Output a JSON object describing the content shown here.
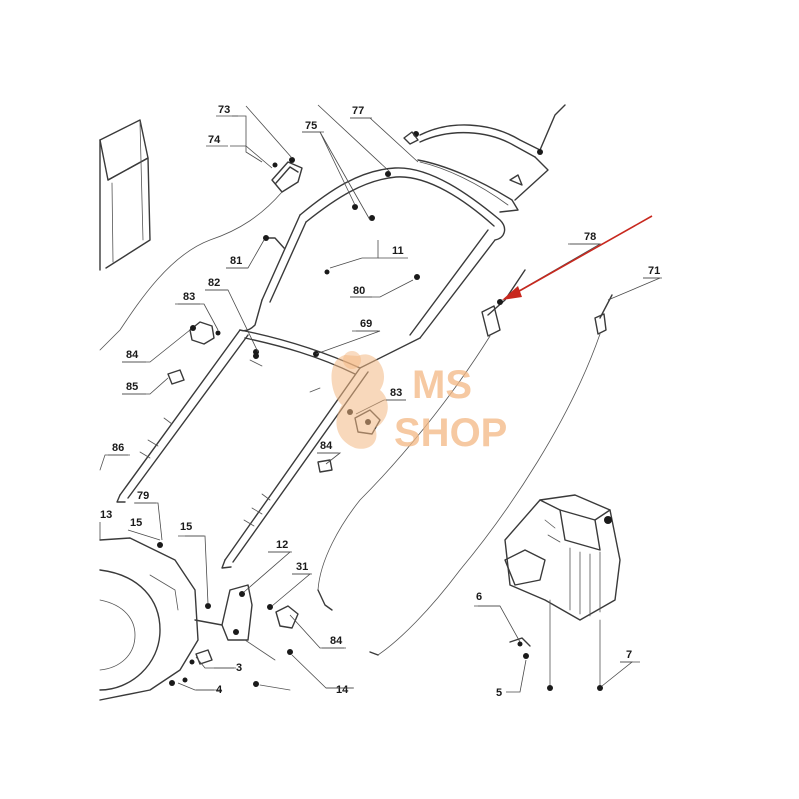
{
  "callouts": {
    "c73": "73",
    "c74": "74",
    "c75": "75",
    "c77": "77",
    "c11": "11",
    "c81": "81",
    "c80": "80",
    "c82": "82",
    "c83a": "83",
    "c69": "69",
    "c84a": "84",
    "c85": "85",
    "c83b": "83",
    "c84b": "84",
    "c86": "86",
    "c78": "78",
    "c71": "71",
    "c79": "79",
    "c13": "13",
    "c15a": "15",
    "c15b": "15",
    "c12": "12",
    "c31": "31",
    "c84c": "84",
    "c3": "3",
    "c4": "4",
    "c14": "14",
    "c6": "6",
    "c5": "5",
    "c7": "7"
  },
  "watermark": {
    "line1": "MS",
    "line2": "SHOP"
  },
  "colors": {
    "arrow": "#c8281e",
    "watermark": "#f3b884",
    "ink": "#1a1a1a"
  }
}
